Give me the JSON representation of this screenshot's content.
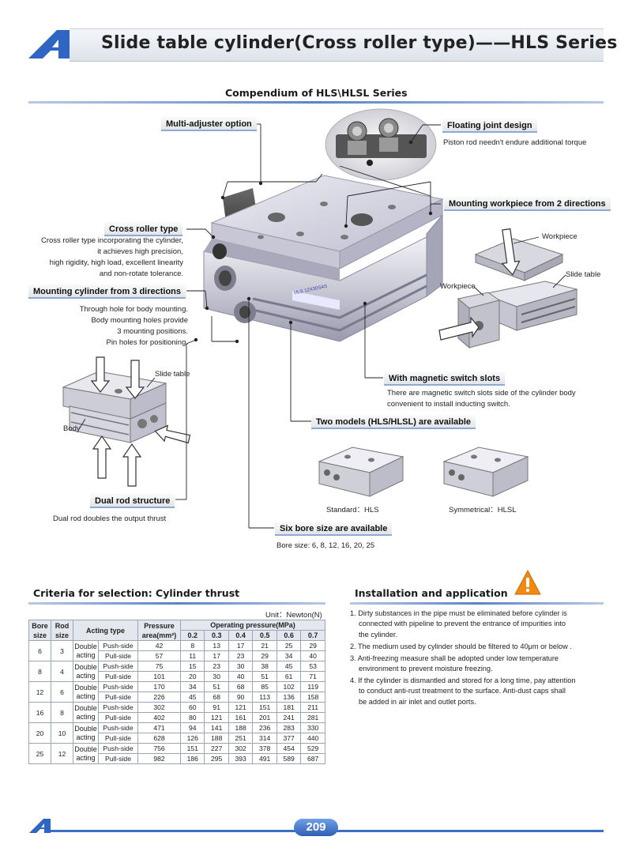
{
  "header": {
    "title": "Slide table cylinder(Cross roller type)——HLS Series"
  },
  "compendium": {
    "title": "Compendium of HLS\\HLSL Series"
  },
  "features": {
    "multi_adjuster": {
      "label": "Multi-adjuster option"
    },
    "floating_joint": {
      "label": "Floating joint design",
      "desc": "Piston rod needn't endure additional torque"
    },
    "mounting_workpiece": {
      "label": "Mounting workpiece from 2 directions"
    },
    "cross_roller": {
      "label": "Cross roller type",
      "desc": [
        "Cross roller type incorporating the cylinder,",
        "it achieves high precision,",
        "high rigidity, high load, excellent linearity",
        "and non-rotate tolerance."
      ]
    },
    "mounting_cylinder": {
      "label": "Mounting cylinder from 3 directions",
      "desc": [
        "Through hole for body mounting.",
        "Body mounting holes provide",
        "3 mounting positions.",
        "Pin holes for positioning."
      ]
    },
    "magnetic_switch": {
      "label": "With magnetic switch slots",
      "desc": [
        "There are magnetic switch slots side of the cylinder body",
        "convenient to install inducting switch."
      ]
    },
    "two_models": {
      "label": "Two models (HLS/HLSL) are available"
    },
    "dual_rod": {
      "label": "Dual rod structure",
      "desc": "Dual rod doubles the output thrust"
    },
    "six_bore": {
      "label": "Six bore size are available",
      "desc": "Bore size: 6, 8, 12, 16, 20, 25"
    },
    "diagram_labels": {
      "workpiece_top": "Workpiece",
      "slide_table_right": "Slide table",
      "workpiece_left": "Workpiece",
      "slide_table_left": "Slide table",
      "body": "Body"
    },
    "models": {
      "standard": "Standard：HLS",
      "symmetrical": "Symmetrical：HLSL"
    },
    "product_marking": "HLS 12X30SAS"
  },
  "criteria": {
    "title": "Criteria for selection: Cylinder thrust",
    "unit": "Unit：Newton(N)",
    "headers": {
      "bore": [
        "Bore",
        "size"
      ],
      "rod": [
        "Rod",
        "size"
      ],
      "acting_type": "Acting type",
      "pressure_area": [
        "Pressure",
        "area(mm²)"
      ],
      "operating_pressure": "Operating pressure(MPa)",
      "pressures": [
        "0.2",
        "0.3",
        "0.4",
        "0.5",
        "0.6",
        "0.7"
      ]
    },
    "acting_label": [
      "Double",
      "acting"
    ],
    "rows": [
      {
        "bore": "6",
        "rod": "3",
        "push": {
          "side": "Push-side",
          "area": "42",
          "values": [
            "8",
            "13",
            "17",
            "21",
            "25",
            "29"
          ]
        },
        "pull": {
          "side": "Pull-side",
          "area": "57",
          "values": [
            "11",
            "17",
            "23",
            "29",
            "34",
            "40"
          ]
        }
      },
      {
        "bore": "8",
        "rod": "4",
        "push": {
          "side": "Push-side",
          "area": "75",
          "values": [
            "15",
            "23",
            "30",
            "38",
            "45",
            "53"
          ]
        },
        "pull": {
          "side": "Pull-side",
          "area": "101",
          "values": [
            "20",
            "30",
            "40",
            "51",
            "61",
            "71"
          ]
        }
      },
      {
        "bore": "12",
        "rod": "6",
        "push": {
          "side": "Push-side",
          "area": "170",
          "values": [
            "34",
            "51",
            "68",
            "85",
            "102",
            "119"
          ]
        },
        "pull": {
          "side": "Pull-side",
          "area": "226",
          "values": [
            "45",
            "68",
            "90",
            "113",
            "136",
            "158"
          ]
        }
      },
      {
        "bore": "16",
        "rod": "8",
        "push": {
          "side": "Push-side",
          "area": "302",
          "values": [
            "60",
            "91",
            "121",
            "151",
            "181",
            "211"
          ]
        },
        "pull": {
          "side": "Pull-side",
          "area": "402",
          "values": [
            "80",
            "121",
            "161",
            "201",
            "241",
            "281"
          ]
        }
      },
      {
        "bore": "20",
        "rod": "10",
        "push": {
          "side": "Push-side",
          "area": "471",
          "values": [
            "94",
            "141",
            "188",
            "236",
            "283",
            "330"
          ]
        },
        "pull": {
          "side": "Pull-side",
          "area": "628",
          "values": [
            "126",
            "188",
            "251",
            "314",
            "377",
            "440"
          ]
        }
      },
      {
        "bore": "25",
        "rod": "12",
        "push": {
          "side": "Push-side",
          "area": "756",
          "values": [
            "151",
            "227",
            "302",
            "378",
            "454",
            "529"
          ]
        },
        "pull": {
          "side": "Pull-side",
          "area": "982",
          "values": [
            "186",
            "295",
            "393",
            "491",
            "589",
            "687"
          ]
        }
      }
    ]
  },
  "installation": {
    "title": "Installation and application",
    "warning_icon": "warning-triangle-icon",
    "items": [
      [
        "1. Dirty substances in the pipe must be eliminated before cylinder is",
        "connected with pipeline to prevent the entrance of impurities into",
        "the cylinder."
      ],
      [
        "2. The medium used by cylinder should be filtered to 40μm or below ."
      ],
      [
        "3. Anti-freezing measure shall be adopted under low temperature",
        "environment to prevent moisture freezing."
      ],
      [
        "4. If the cylinder is dismantled and stored for a long time, pay attention",
        "to conduct anti-rust treatment to the surface. Anti-dust caps shall",
        "be added in air inlet and outlet ports."
      ]
    ]
  },
  "footer": {
    "page": "209"
  },
  "colors": {
    "brand_blue": "#2d5eb3",
    "rule_blue": "#5a83c8",
    "warning_orange": "#f08a12"
  }
}
